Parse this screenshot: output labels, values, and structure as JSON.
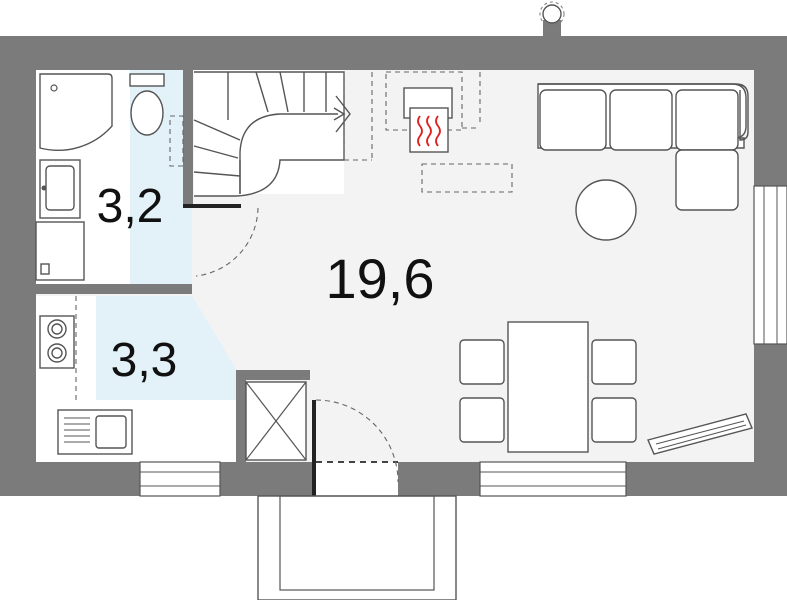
{
  "plan": {
    "areas": {
      "bathroom": "3,2",
      "utility": "3,3",
      "living": "19,6"
    }
  },
  "colors": {
    "wall": "#7b7b7b",
    "floor_living": "#f3f3f3",
    "floor_wet": "#e3f1f9",
    "heater": "#e02020"
  },
  "icons": [
    "shower-icon",
    "toilet-icon",
    "washbasin-icon",
    "washing-machine-icon",
    "stove-icon",
    "sink-icon",
    "stairs-icon",
    "fireplace-icon",
    "sofa-icon",
    "round-table-icon",
    "dining-table-icon",
    "chair-icon",
    "window-icon",
    "door-icon",
    "chimney-icon",
    "shaft-icon"
  ]
}
